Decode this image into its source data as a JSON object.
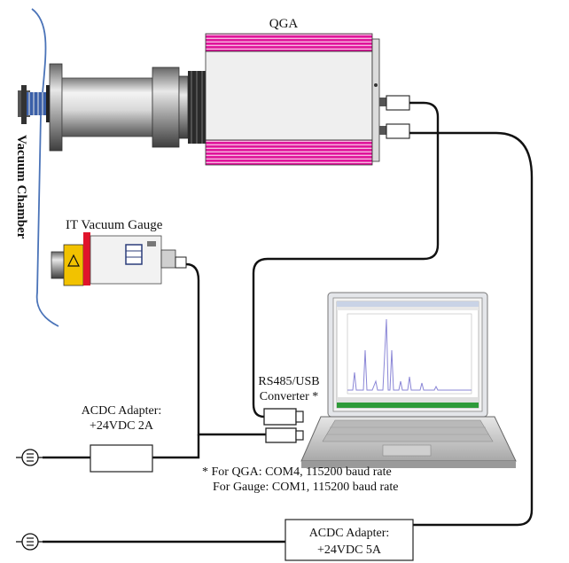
{
  "labels": {
    "qga": "QGA",
    "vacuum_chamber": "Vacuum Chamber",
    "gauge": "IT Vacuum Gauge",
    "converter_line1": "RS485/USB",
    "converter_line2": "Converter *",
    "adapter_small_line1": "ACDC Adapter:",
    "adapter_small_line2": "+24VDC 2A",
    "adapter_large_line1": "ACDC Adapter:",
    "adapter_large_line2": "+24VDC 5A",
    "note_line1": "* For QGA: COM4, 115200 baud rate",
    "note_line2": "For Gauge: COM1, 115200 baud rate"
  },
  "colors": {
    "qga_body": "#e0149b",
    "gauge_red": "#e0142b",
    "chamber_line": "#4a73b8",
    "screen_trace": "#8a86d6"
  },
  "icons": {
    "power_plug_left_upper": "power-plug-icon",
    "power_plug_left_lower": "power-plug-icon",
    "warning_label": "warning-icon"
  }
}
